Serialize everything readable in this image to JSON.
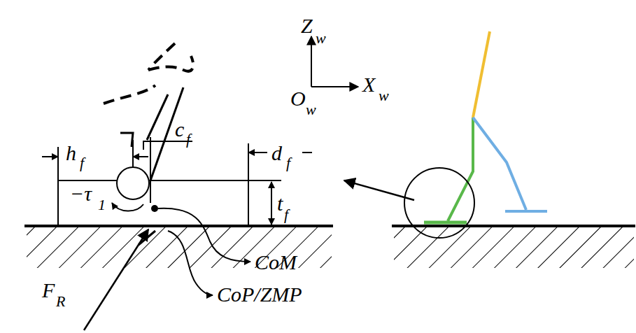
{
  "diagram": {
    "labels": [
      "Z",
      "w",
      "O",
      "w",
      "X",
      "w",
      "h",
      "f",
      "c",
      "f",
      "d",
      "f",
      "t",
      "f",
      "−τ",
      "1",
      "CoM",
      "CoP/ZMP",
      "F",
      "R"
    ]
  }
}
